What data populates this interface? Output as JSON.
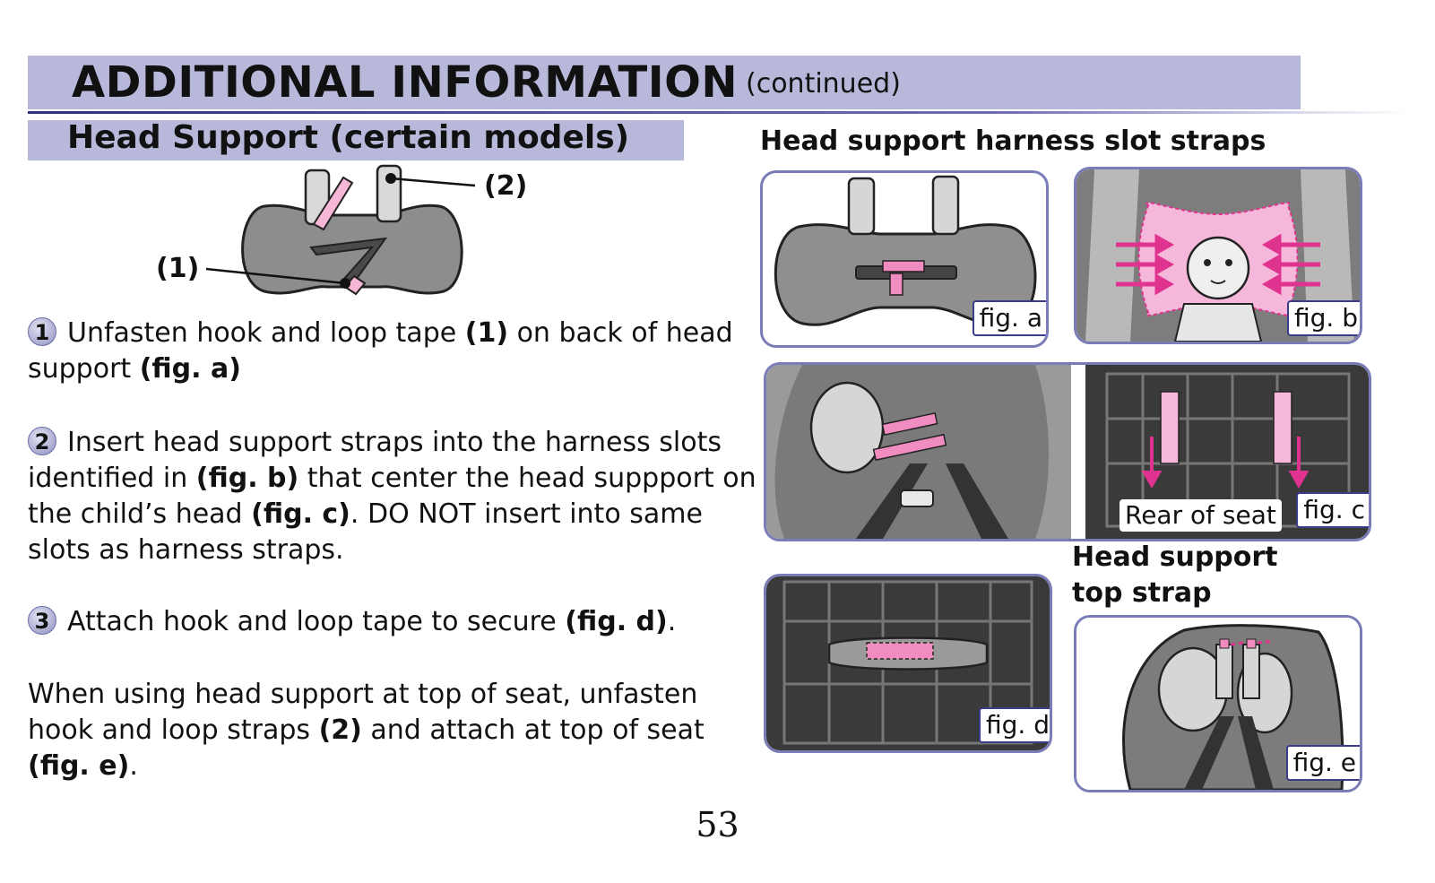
{
  "header": {
    "title": "ADDITIONAL INFORMATION",
    "title_suffix": "(continued)"
  },
  "section": {
    "title": "Head Support (certain models)"
  },
  "diagram": {
    "callout_1": "(1)",
    "callout_2": "(2)"
  },
  "steps": [
    {
      "number": "1",
      "parts": [
        "Unfasten hook and loop tape ",
        "(1)",
        " on back of head support ",
        "(fig. a)"
      ]
    },
    {
      "number": "2",
      "parts": [
        "Insert head support straps into the harness slots identified in ",
        "(fig. b)",
        " that center the head suppport on the child’s head ",
        "(fig. c)",
        ". DO NOT insert into same slots as harness straps."
      ]
    },
    {
      "number": "3",
      "parts": [
        "Attach hook and loop tape to secure ",
        "(fig. d)",
        "."
      ]
    }
  ],
  "note": {
    "parts": [
      "When using head support at top of seat, unfasten hook and loop straps ",
      "(2)",
      " and attach at top of seat ",
      "(fig. e)",
      "."
    ]
  },
  "right": {
    "heading_slot": "Head support harness slot straps",
    "heading_top_line1": "Head support",
    "heading_top_line2": "top strap"
  },
  "figures": {
    "a": "fig. a",
    "b": "fig. b",
    "c": "fig. c",
    "c_caption": "Rear of seat",
    "d": "fig. d",
    "e": "fig. e"
  },
  "colors": {
    "banner": "#b8b9da",
    "accent_line": "#2d2f86",
    "frame": "#7a7cb8",
    "strap_pink": "#e0338f",
    "seat_gray": "#8a8a8a"
  },
  "page_number": "53"
}
